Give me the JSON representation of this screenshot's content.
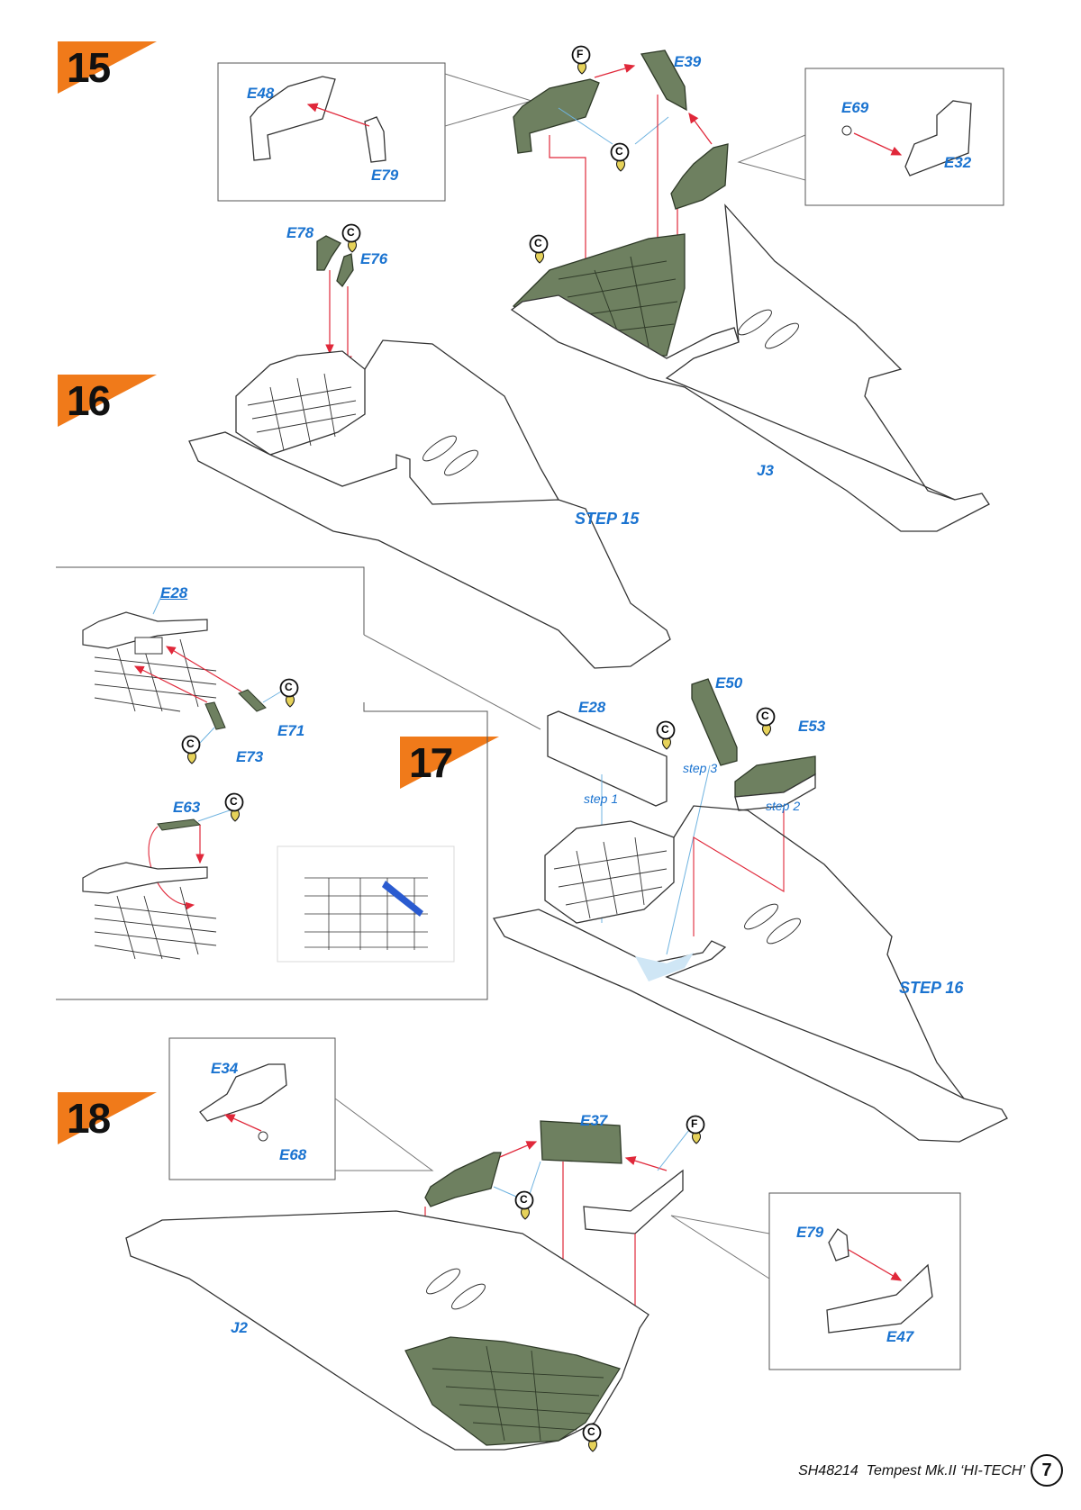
{
  "steps": {
    "s15": "15",
    "s16": "16",
    "s17": "17",
    "s18": "18"
  },
  "parts": {
    "e48": "E48",
    "e79a": "E79",
    "e39": "E39",
    "e69": "E69",
    "e32": "E32",
    "e78": "E78",
    "e76": "E76",
    "j3": "J3",
    "step15_ref": "STEP 15",
    "e28a": "E28",
    "e71": "E71",
    "e73": "E73",
    "e63": "E63",
    "e28b": "E28",
    "e50": "E50",
    "e53": "E53",
    "step1": "step 1",
    "step2": "step 2",
    "step3": "step 3",
    "step16_ref": "STEP 16",
    "e34": "E34",
    "e68": "E68",
    "e37": "E37",
    "j2": "J2",
    "e79b": "E79",
    "e47": "E47"
  },
  "paint_codes": {
    "f": "F",
    "c": "C"
  },
  "colors": {
    "flag": "#f07a1a",
    "label": "#1a73d0",
    "part_green": "#6e8060",
    "arrow": "#e0283a",
    "leader": "#6fb3e0",
    "highlight_blue": "#2a5bd0",
    "light_blue_area": "#cfe6f5"
  },
  "footer": {
    "code": "SH48214",
    "title": "Tempest Mk.II ‘HI-TECH’",
    "page": "7"
  }
}
